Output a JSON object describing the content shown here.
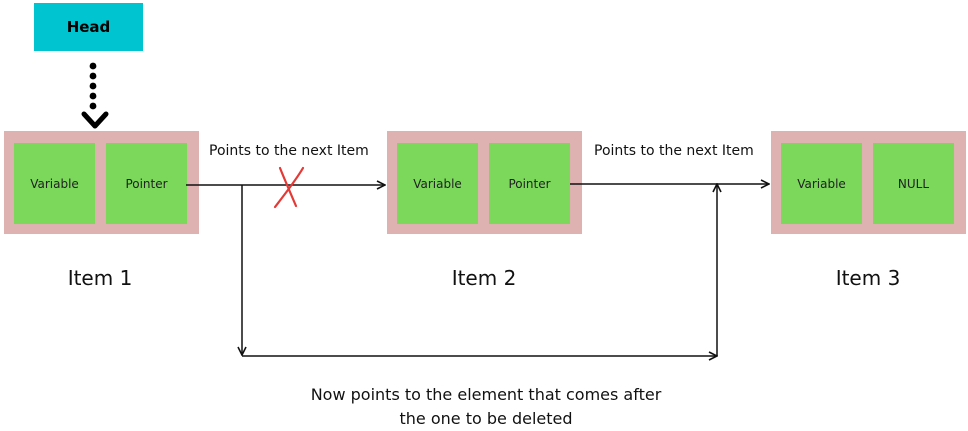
{
  "head": {
    "label": "Head"
  },
  "nodes": [
    {
      "variable": "Variable",
      "pointer": "Pointer",
      "caption": "Item 1"
    },
    {
      "variable": "Variable",
      "pointer": "Pointer",
      "caption": "Item 2"
    },
    {
      "variable": "Variable",
      "pointer": "NULL",
      "caption": "Item 3"
    }
  ],
  "edges": {
    "first_label": "Points to the next Item",
    "second_label": "Points to the next Item"
  },
  "bypass": {
    "line1": "Now points to the element that comes after",
    "line2": "the one to be deleted"
  },
  "colors": {
    "head": "#00c4cf",
    "node_frame": "#dfb2b2",
    "node_cell": "#7bd85b",
    "cross": "#e53935"
  }
}
